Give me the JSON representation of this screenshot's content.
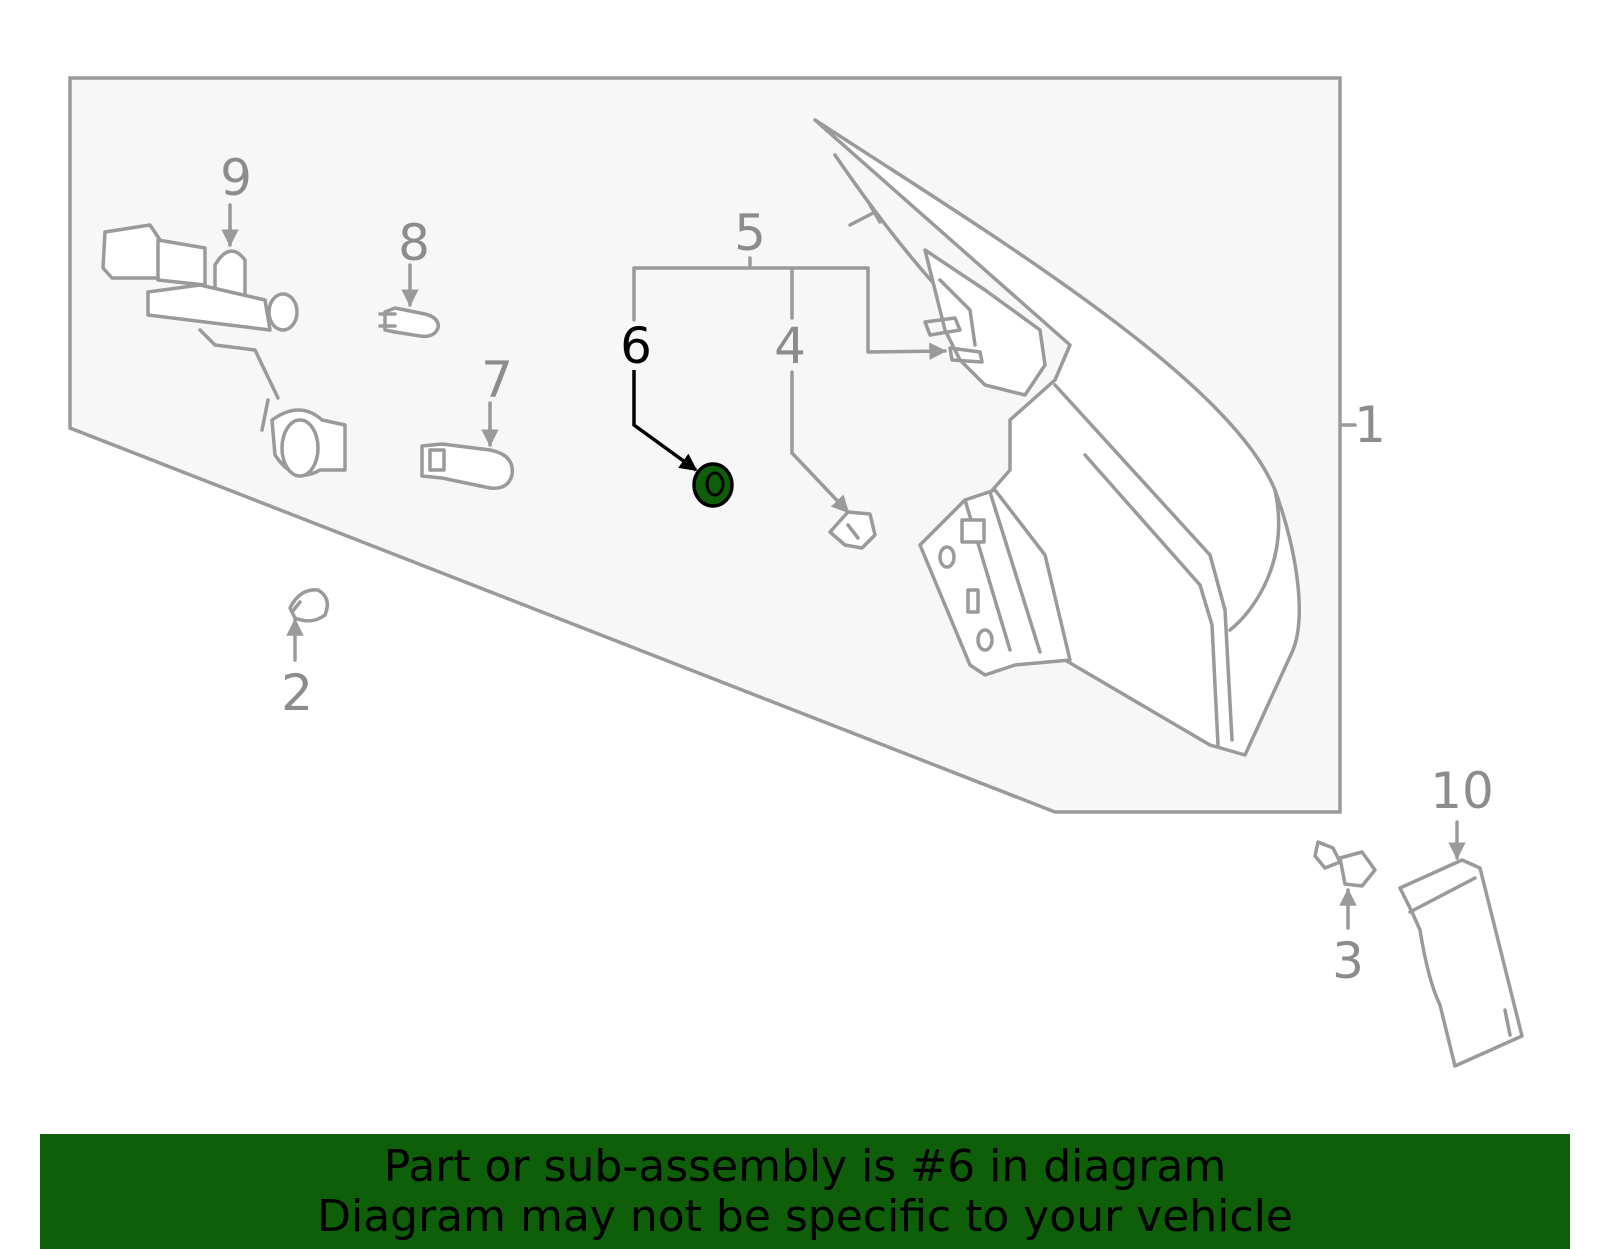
{
  "callouts": {
    "c1": "1",
    "c2": "2",
    "c3": "3",
    "c4": "4",
    "c5": "5",
    "c6": "6",
    "c7": "7",
    "c8": "8",
    "c9": "9",
    "c10": "10"
  },
  "selected_part": "6",
  "colors": {
    "highlight": "#0f5f0a",
    "line": "#9a9a9a",
    "panel": "#f7f7f7"
  },
  "banner": {
    "line1": "Part or sub-assembly is #6 in diagram",
    "line2": "Diagram may not be specific to your vehicle"
  }
}
